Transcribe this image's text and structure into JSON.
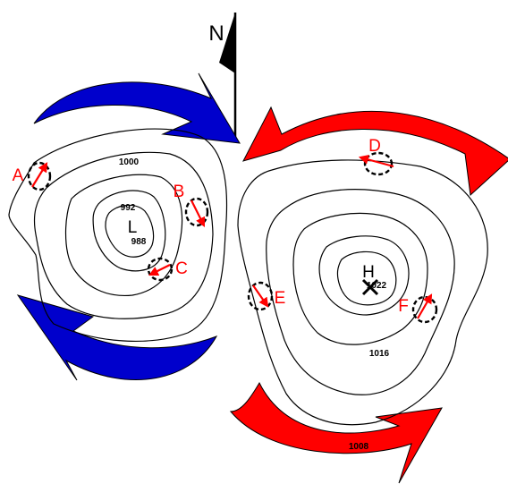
{
  "north": {
    "label": "N"
  },
  "low_pressure": {
    "center_label": "L",
    "isobars": [
      "1000",
      "992",
      "988"
    ]
  },
  "high_pressure": {
    "center_label": "H",
    "isobars": [
      "1022",
      "1016",
      "1008"
    ]
  },
  "points": [
    "A",
    "B",
    "C",
    "D",
    "E",
    "F"
  ],
  "colors": {
    "low_arrows": "#0000cc",
    "high_arrows": "#ff0000",
    "labels": "#ff0000",
    "isobars": "#000000"
  }
}
